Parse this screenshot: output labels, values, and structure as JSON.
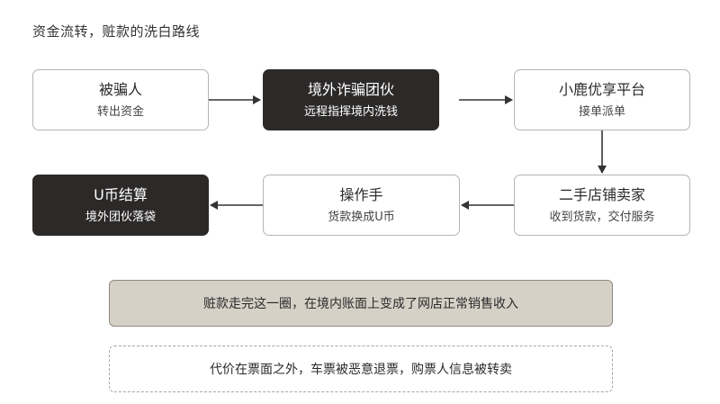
{
  "title": "资金流转，赃款的洗白路线",
  "nodes": {
    "victim": {
      "main": "被骗人",
      "sub": "转出资金"
    },
    "fraud_group": {
      "main": "境外诈骗团伙",
      "sub": "远程指挥境内洗钱"
    },
    "platform": {
      "main": "小鹿优享平台",
      "sub": "接单派单"
    },
    "seller": {
      "main": "二手店铺卖家",
      "sub": "收到货款，交付服务"
    },
    "operator": {
      "main": "操作手",
      "sub": "货款换成U币"
    },
    "ucoin": {
      "main": "U币结算",
      "sub": "境外团伙落袋"
    }
  },
  "notes": {
    "summary": "赃款走完这一圈，在境内账面上变成了网店正常销售收入",
    "cost": "代价在票面之外，车票被恶意退票，购票人信息被转卖"
  },
  "colors": {
    "dark_node": "#2c2a29",
    "highlight_bar": "#d6d1c7",
    "border": "#b5b5b5"
  }
}
